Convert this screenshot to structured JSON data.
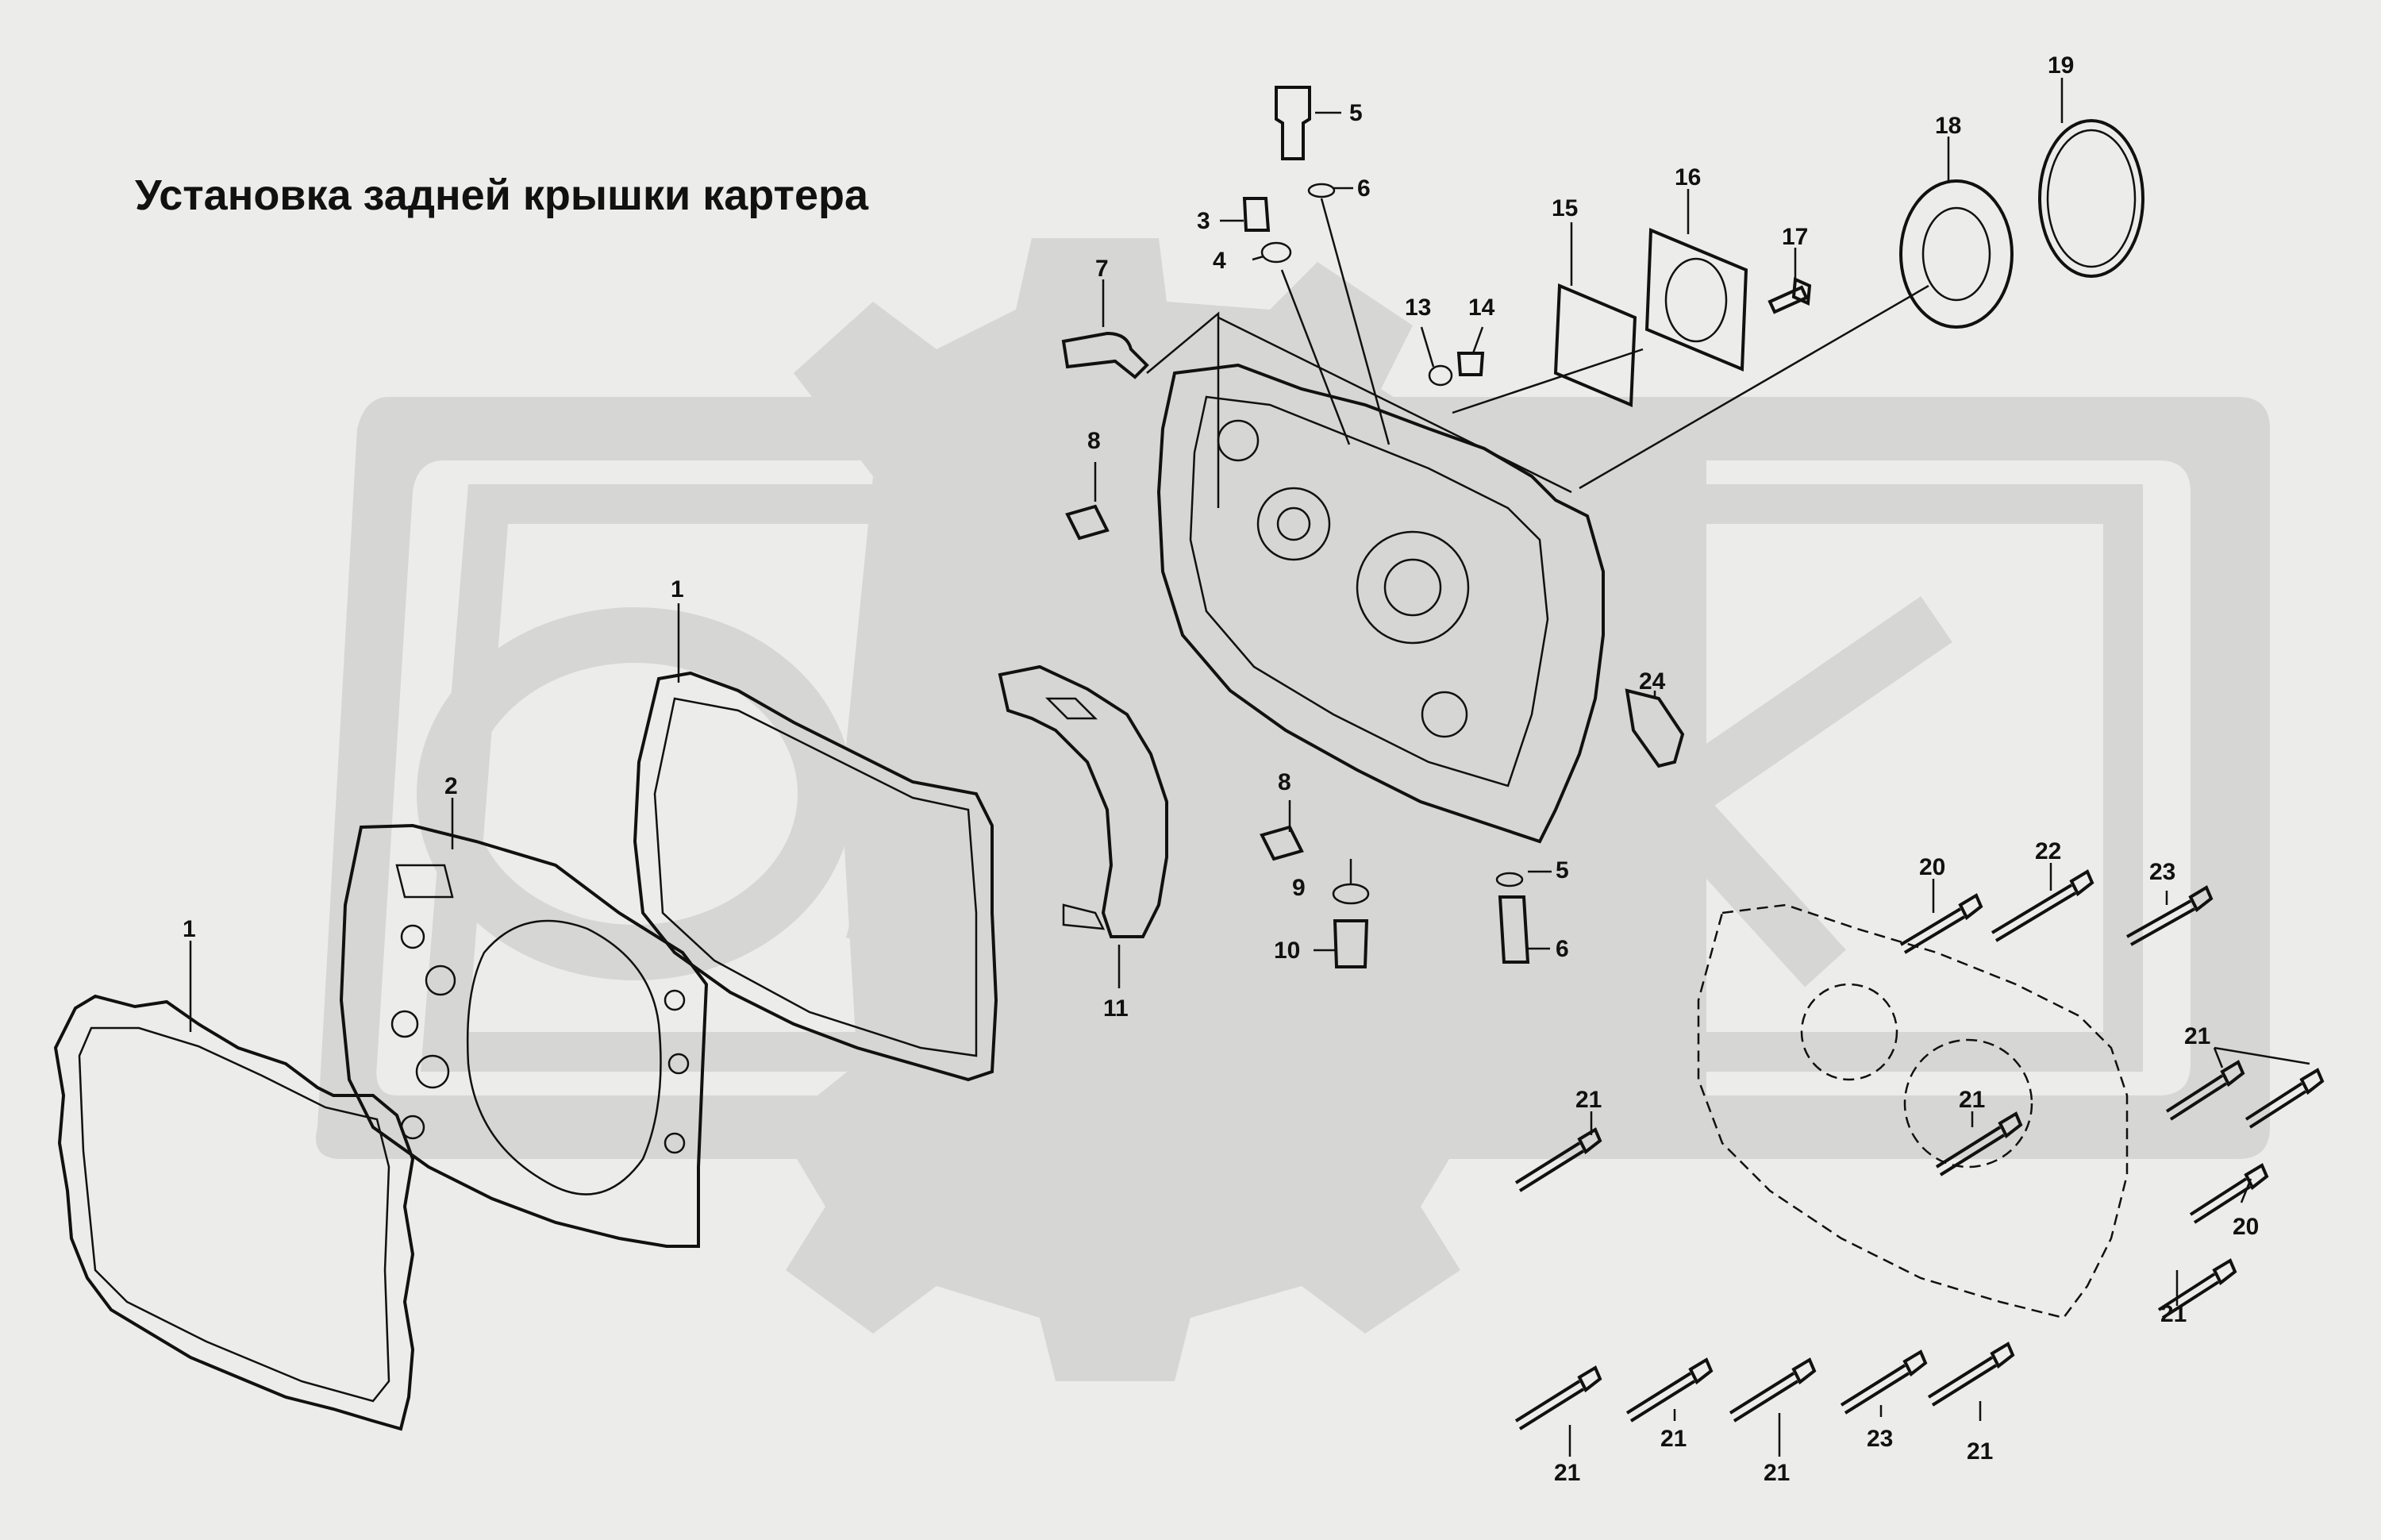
{
  "title": "Установка задней крышки картера",
  "watermark": {
    "text": "OPEX",
    "color": "#d6d6d4"
  },
  "colors": {
    "background": "#ececea",
    "line": "#111111"
  },
  "callouts": {
    "c1a": "1",
    "c1b": "1",
    "c2": "2",
    "c3": "3",
    "c4": "4",
    "c5a": "5",
    "c5b": "5",
    "c6a": "6",
    "c6b": "6",
    "c7": "7",
    "c8a": "8",
    "c8b": "8",
    "c9": "9",
    "c10": "10",
    "c11": "11",
    "c13": "13",
    "c14": "14",
    "c15": "15",
    "c16": "16",
    "c17": "17",
    "c18": "18",
    "c19": "19",
    "c20a": "20",
    "c20b": "20",
    "c21a": "21",
    "c21b": "21",
    "c21c": "21",
    "c21d": "21",
    "c21e": "21",
    "c21f": "21",
    "c21g": "21",
    "c21h": "21",
    "c22": "22",
    "c23a": "23",
    "c23b": "23",
    "c24": "24"
  }
}
